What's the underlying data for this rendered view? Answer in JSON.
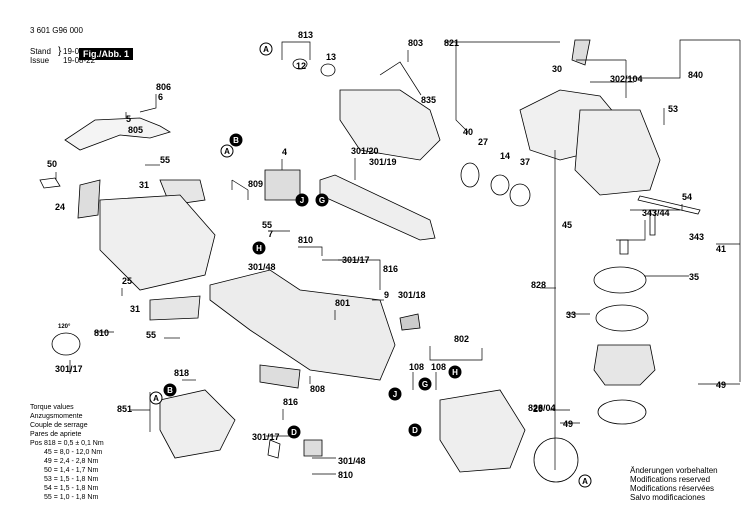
{
  "header": {
    "doc_number": "3 601 G96 000",
    "stand_label": "Stand",
    "issue_label": "Issue",
    "date1": "19-07",
    "date2": "19-08-22",
    "figure_label": "Fig./Abb. 1"
  },
  "part_numbers": [
    {
      "id": "813",
      "text": "813"
    },
    {
      "id": "803",
      "text": "803"
    },
    {
      "id": "821",
      "text": "821"
    },
    {
      "id": "13",
      "text": "13"
    },
    {
      "id": "12",
      "text": "12"
    },
    {
      "id": "835",
      "text": "835"
    },
    {
      "id": "30",
      "text": "30"
    },
    {
      "id": "302-104",
      "text": "302/104"
    },
    {
      "id": "840",
      "text": "840"
    },
    {
      "id": "806",
      "text": "806"
    },
    {
      "id": "6",
      "text": "6"
    },
    {
      "id": "5",
      "text": "5"
    },
    {
      "id": "805",
      "text": "805"
    },
    {
      "id": "40",
      "text": "40"
    },
    {
      "id": "27",
      "text": "27"
    },
    {
      "id": "14",
      "text": "14"
    },
    {
      "id": "37",
      "text": "37"
    },
    {
      "id": "53",
      "text": "53"
    },
    {
      "id": "50",
      "text": "50"
    },
    {
      "id": "55a",
      "text": "55"
    },
    {
      "id": "4",
      "text": "4"
    },
    {
      "id": "301-20",
      "text": "301/20"
    },
    {
      "id": "301-19",
      "text": "301/19"
    },
    {
      "id": "31a",
      "text": "31"
    },
    {
      "id": "809",
      "text": "809"
    },
    {
      "id": "24",
      "text": "24"
    },
    {
      "id": "54",
      "text": "54"
    },
    {
      "id": "343-44",
      "text": "343/44"
    },
    {
      "id": "45",
      "text": "45"
    },
    {
      "id": "55b",
      "text": "55"
    },
    {
      "id": "7",
      "text": "7"
    },
    {
      "id": "343",
      "text": "343"
    },
    {
      "id": "41",
      "text": "41"
    },
    {
      "id": "810a",
      "text": "810"
    },
    {
      "id": "301-17a",
      "text": "301/17"
    },
    {
      "id": "816a",
      "text": "816"
    },
    {
      "id": "301-48a",
      "text": "301/48"
    },
    {
      "id": "35",
      "text": "35"
    },
    {
      "id": "25",
      "text": "25"
    },
    {
      "id": "828",
      "text": "828"
    },
    {
      "id": "801",
      "text": "801"
    },
    {
      "id": "9",
      "text": "9"
    },
    {
      "id": "301-18",
      "text": "301/18"
    },
    {
      "id": "31b",
      "text": "31"
    },
    {
      "id": "33",
      "text": "33"
    },
    {
      "id": "810b",
      "text": "810"
    },
    {
      "id": "55c",
      "text": "55"
    },
    {
      "id": "802",
      "text": "802"
    },
    {
      "id": "108a",
      "text": "108"
    },
    {
      "id": "108b",
      "text": "108"
    },
    {
      "id": "301-17b",
      "text": "301/17"
    },
    {
      "id": "818",
      "text": "818"
    },
    {
      "id": "808",
      "text": "808"
    },
    {
      "id": "49a",
      "text": "49"
    },
    {
      "id": "851",
      "text": "851"
    },
    {
      "id": "816b",
      "text": "816"
    },
    {
      "id": "29",
      "text": "29"
    },
    {
      "id": "828-04",
      "text": "828/04"
    },
    {
      "id": "49b",
      "text": "49"
    },
    {
      "id": "301-17c",
      "text": "301/17"
    },
    {
      "id": "301-48b",
      "text": "301/48"
    },
    {
      "id": "810c",
      "text": "810"
    }
  ],
  "callouts": [
    "A",
    "B",
    "H",
    "J",
    "G",
    "D"
  ],
  "torque": {
    "heading": [
      "Torque values",
      "Anzugsmomente",
      "Couple de serrage",
      "Pares de apriete"
    ],
    "rows": [
      "Pos 818 = 0,5 ± 0,1 Nm",
      "45 = 8,0 - 12,0 Nm",
      "49 = 2,4 - 2,8 Nm",
      "50 = 1,4 - 1,7 Nm",
      "53 = 1,5 - 1,8 Nm",
      "54 = 1,5 - 1,8 Nm",
      "55 = 1,0 - 1,8 Nm"
    ]
  },
  "notes": [
    "Änderungen vorbehalten",
    "Modifications reserved",
    "Modifications réservées",
    "Salvo modificaciones"
  ],
  "angle_label": "120°"
}
